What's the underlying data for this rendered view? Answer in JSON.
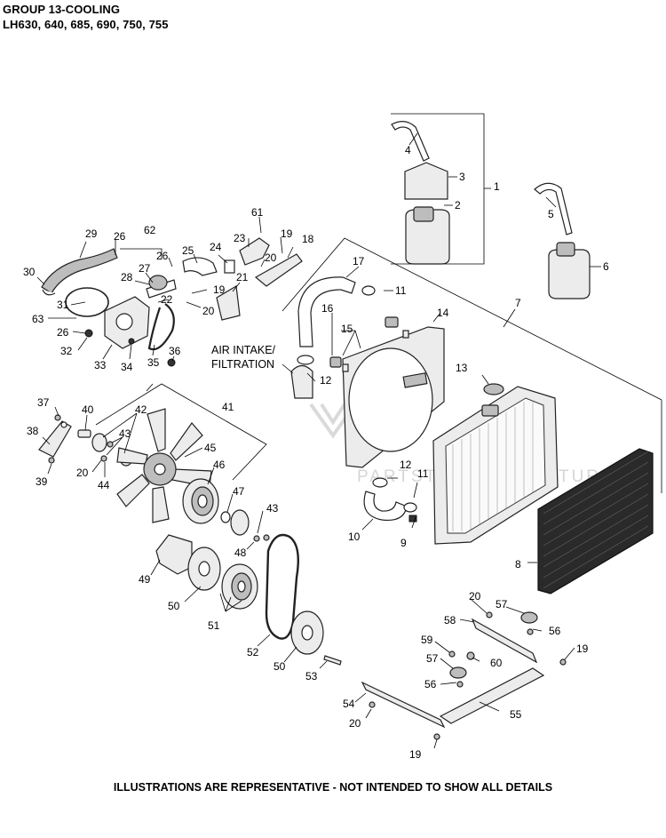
{
  "header": {
    "title": "GROUP 13-COOLING",
    "models": "LH630, 640, 685, 690, 750, 755"
  },
  "annotation": {
    "line1": "AIR INTAKE/",
    "line2": "FILTRATION"
  },
  "watermark": "PARTSTREE ADVENTURE",
  "footer": "ILLUSTRATIONS ARE REPRESENTATIVE - NOT INTENDED TO SHOW ALL DETAILS",
  "callouts": {
    "c1": "1",
    "c2": "2",
    "c3": "3",
    "c4": "4",
    "c5": "5",
    "c6": "6",
    "c7": "7",
    "c8": "8",
    "c9": "9",
    "c10": "10",
    "c11a": "11",
    "c11b": "11",
    "c12a": "12",
    "c12b": "12",
    "c13": "13",
    "c14": "14",
    "c15": "15",
    "c16": "16",
    "c17": "17",
    "c18": "18",
    "c19a": "19",
    "c19b": "19",
    "c19c": "19",
    "c19d": "19",
    "c20a": "20",
    "c20b": "20",
    "c20c": "20",
    "c20d": "20",
    "c20e": "20",
    "c21": "21",
    "c22": "22",
    "c23": "23",
    "c24": "24",
    "c25": "25",
    "c26a": "26",
    "c26b": "26",
    "c26c": "26",
    "c27": "27",
    "c28": "28",
    "c29": "29",
    "c30": "30",
    "c31": "31",
    "c32": "32",
    "c33": "33",
    "c34": "34",
    "c35": "35",
    "c36": "36",
    "c37": "37",
    "c38": "38",
    "c39": "39",
    "c40": "40",
    "c41": "41",
    "c42": "42",
    "c43a": "43",
    "c43b": "43",
    "c44": "44",
    "c45": "45",
    "c46": "46",
    "c47": "47",
    "c48": "48",
    "c49": "49",
    "c50a": "50",
    "c50b": "50",
    "c51": "51",
    "c52": "52",
    "c53": "53",
    "c54": "54",
    "c55": "55",
    "c56a": "56",
    "c56b": "56",
    "c57a": "57",
    "c57b": "57",
    "c58": "58",
    "c59": "59",
    "c60": "60",
    "c61": "61",
    "c62": "62",
    "c63": "63"
  }
}
